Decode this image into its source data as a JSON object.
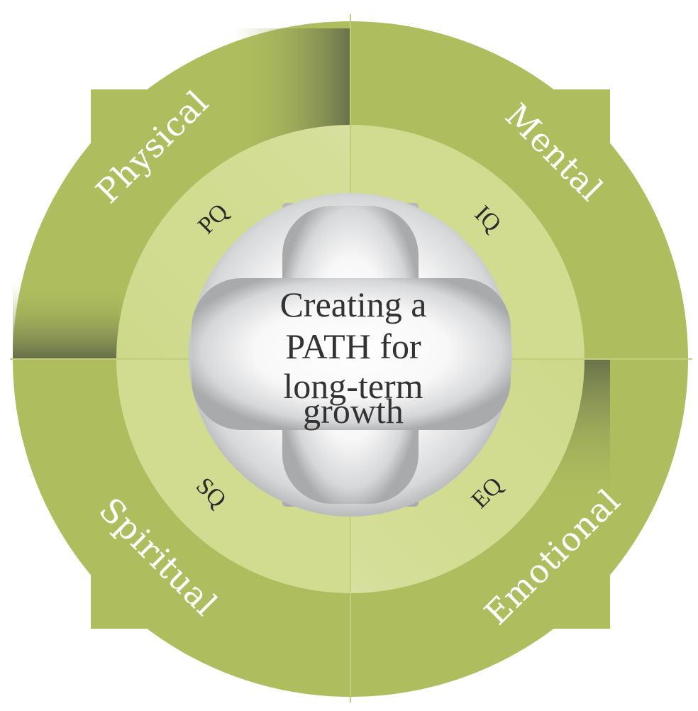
{
  "diagram": {
    "center_text": [
      "Creating a",
      "PATH for",
      "long-term",
      "growth"
    ],
    "quadrants": [
      {
        "id": "physical",
        "outer": "Physical",
        "inner": "PQ"
      },
      {
        "id": "mental",
        "outer": "Mental",
        "inner": "IQ"
      },
      {
        "id": "emotional",
        "outer": "Emotional",
        "inner": "EQ"
      },
      {
        "id": "spiritual",
        "outer": "Spiritual",
        "inner": "SQ"
      }
    ],
    "colors": {
      "outer_ring": "#aebd5e",
      "inner_ring": "#d2dc91",
      "shadow": "#5d6448",
      "center": "#ffffff",
      "center_edge": "#a9aaac",
      "outer_text": "#ffffff",
      "inner_text": "#2b2b2b",
      "center_text": "#333333"
    }
  }
}
